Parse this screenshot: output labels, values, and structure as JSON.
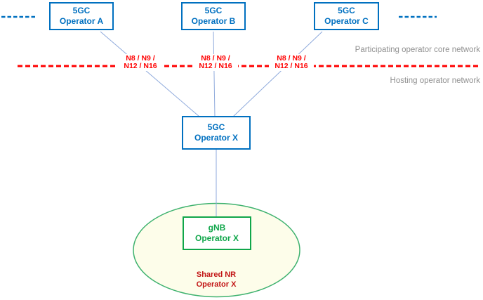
{
  "diagram": {
    "type": "network-sharing-architecture",
    "boxes": {
      "operator_a": {
        "line1": "5GC",
        "line2": "Operator A"
      },
      "operator_b": {
        "line1": "5GC",
        "line2": "Operator B"
      },
      "operator_c": {
        "line1": "5GC",
        "line2": "Operator C"
      },
      "operator_x_core": {
        "line1": "5GC",
        "line2": "Operator X"
      },
      "gnb": {
        "line1": "gNB",
        "line2": "Operator X"
      }
    },
    "interface_labels": [
      {
        "line1": "N8 / N9 /",
        "line2": "N12 / N16"
      },
      {
        "line1": "N8 / N9 /",
        "line2": "N12 / N16"
      },
      {
        "line1": "N8 / N9 /",
        "line2": "N12 / N16"
      }
    ],
    "region_labels": {
      "participating": "Participating operator core network",
      "hosting": "Hosting operator network"
    },
    "shared_nr": {
      "line1": "Shared NR",
      "line2": "Operator X"
    },
    "colors": {
      "core_box_blue": "#0070C0",
      "connector_blue": "#8FAADC",
      "boundary_red": "#FF0000",
      "interface_label_red": "#FF0000",
      "shared_nr_red": "#C21414",
      "ran_green": "#10A64A",
      "ellipse_fill": "#FDFDEA",
      "region_label_gray": "#909090"
    }
  }
}
